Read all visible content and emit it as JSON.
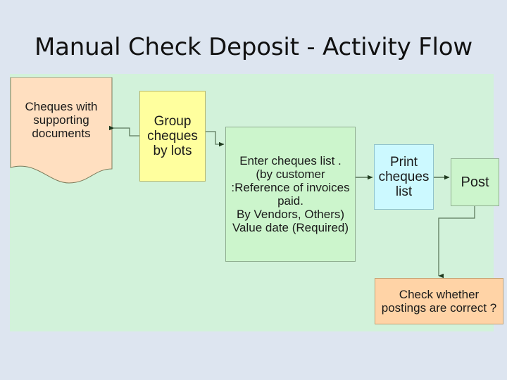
{
  "slide": {
    "title": "Manual Check Deposit - Activity Flow",
    "background_color": "#dde5f0",
    "panel_color": "#d2f2da"
  },
  "diagram": {
    "type": "activity-flow",
    "nodes": [
      {
        "id": "cheques-docs",
        "shape": "document",
        "label": "Cheques with\nsupporting\ndocuments",
        "fill": "#ffdfc0"
      },
      {
        "id": "group-cheques",
        "shape": "rectangle",
        "label": "Group\ncheques\nby lots",
        "fill": "#ffff9e"
      },
      {
        "id": "enter-cheques",
        "shape": "rectangle",
        "label": "Enter cheques list .\n(by customer\n:Reference of invoices\npaid.\nBy Vendors, Others)\nValue date (Required)",
        "fill": "#ccf5cc"
      },
      {
        "id": "print-cheques",
        "shape": "rectangle",
        "label": "Print\ncheques\nlist",
        "fill": "#ccf9ff"
      },
      {
        "id": "post",
        "shape": "rectangle",
        "label": "Post",
        "fill": "#ccf5cc"
      },
      {
        "id": "check-postings",
        "shape": "rectangle",
        "label": "Check whether\npostings are correct ?",
        "fill": "#ffd3a6"
      }
    ],
    "connectors": [
      {
        "id": "group-to-docs",
        "from": "group-cheques",
        "to": "cheques-docs",
        "direction": "left"
      },
      {
        "id": "group-to-enter",
        "from": "group-cheques",
        "to": "enter-cheques",
        "direction": "right"
      },
      {
        "id": "enter-to-print",
        "from": "enter-cheques",
        "to": "print-cheques",
        "direction": "right"
      },
      {
        "id": "print-to-post",
        "from": "print-cheques",
        "to": "post",
        "direction": "right"
      },
      {
        "id": "post-to-check",
        "from": "post",
        "to": "check-postings",
        "direction": "down"
      }
    ]
  }
}
